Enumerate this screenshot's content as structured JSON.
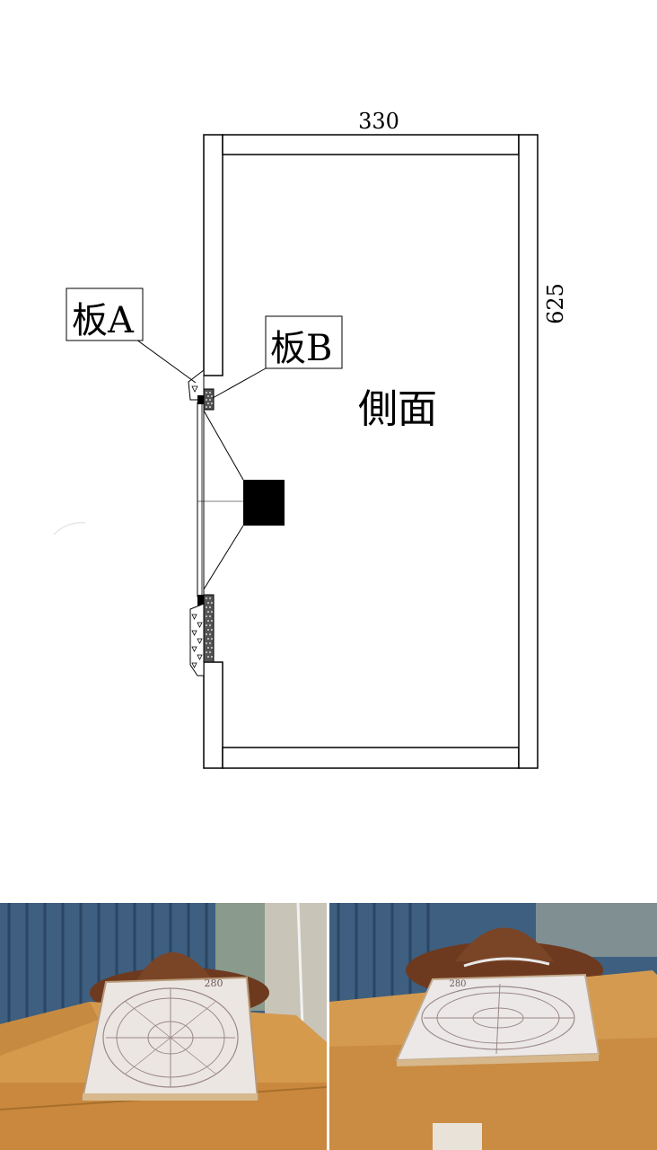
{
  "diagram": {
    "dimension_width": "330",
    "dimension_height": "625",
    "label_board_a": "板A",
    "label_board_b": "板B",
    "label_side_view": "側面"
  },
  "photos": {
    "left": {
      "board_marking": "280"
    },
    "right": {
      "board_marking": "280"
    }
  }
}
